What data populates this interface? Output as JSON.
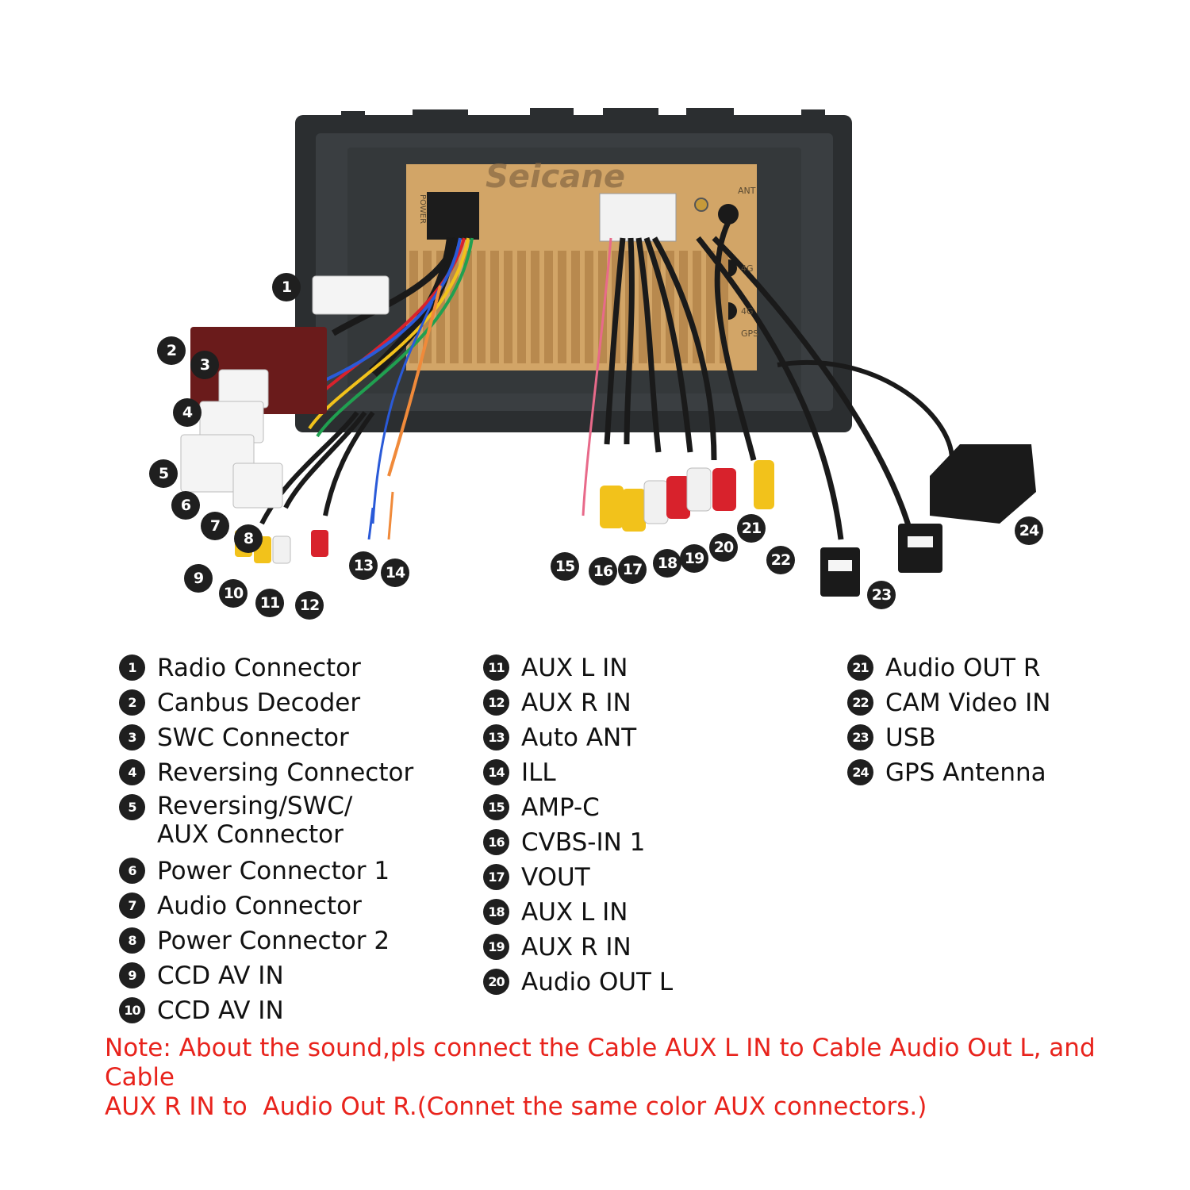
{
  "brand": "Seicane",
  "panel_labels": {
    "power": "POWER",
    "ant": "ANT",
    "gps": "GPS",
    "fourg_1": "4G",
    "fourg_2": "4G"
  },
  "callouts": [
    "1",
    "2",
    "3",
    "4",
    "5",
    "6",
    "7",
    "8",
    "9",
    "10",
    "11",
    "12",
    "13",
    "14",
    "15",
    "16",
    "17",
    "18",
    "19",
    "20",
    "21",
    "22",
    "23",
    "24"
  ],
  "legend": {
    "col1": [
      {
        "num": "1",
        "label": "Radio Connector"
      },
      {
        "num": "2",
        "label": "Canbus Decoder"
      },
      {
        "num": "3",
        "label": "SWC Connector"
      },
      {
        "num": "4",
        "label": "Reversing Connector"
      },
      {
        "num": "5",
        "label": "Reversing/SWC/",
        "label2": "AUX Connector"
      },
      {
        "num": "6",
        "label": "Power Connector 1"
      },
      {
        "num": "7",
        "label": "Audio Connector"
      },
      {
        "num": "8",
        "label": "Power Connector 2"
      },
      {
        "num": "9",
        "label": "CCD AV IN"
      },
      {
        "num": "10",
        "label": "CCD AV IN"
      }
    ],
    "col2": [
      {
        "num": "11",
        "label": "AUX L IN"
      },
      {
        "num": "12",
        "label": "AUX R IN"
      },
      {
        "num": "13",
        "label": "Auto ANT"
      },
      {
        "num": "14",
        "label": "ILL"
      },
      {
        "num": "15",
        "label": "AMP-C"
      },
      {
        "num": "16",
        "label": "CVBS-IN 1"
      },
      {
        "num": "17",
        "label": "VOUT"
      },
      {
        "num": "18",
        "label": "AUX L IN"
      },
      {
        "num": "19",
        "label": "AUX R IN"
      },
      {
        "num": "20",
        "label": "Audio OUT L"
      }
    ],
    "col3": [
      {
        "num": "21",
        "label": "Audio OUT R"
      },
      {
        "num": "22",
        "label": "CAM Video IN"
      },
      {
        "num": "23",
        "label": "USB"
      },
      {
        "num": "24",
        "label": "GPS Antenna"
      }
    ]
  },
  "note": {
    "line1": "Note: About the sound,pls connect the Cable AUX L IN to Cable Audio Out L, and Cable",
    "line2": "AUX R IN to  Audio Out R.(Connet the same color AUX connectors.)"
  },
  "colors": {
    "bezel": "#2b2e30",
    "panel": "#d2a567",
    "callout_bg": "#1f1f1f",
    "note": "#e8231c",
    "rca_yellow": "#f2c21b",
    "rca_red": "#d8222c",
    "rca_white": "#f1f1f1",
    "decoder": "#6a1b1b"
  }
}
